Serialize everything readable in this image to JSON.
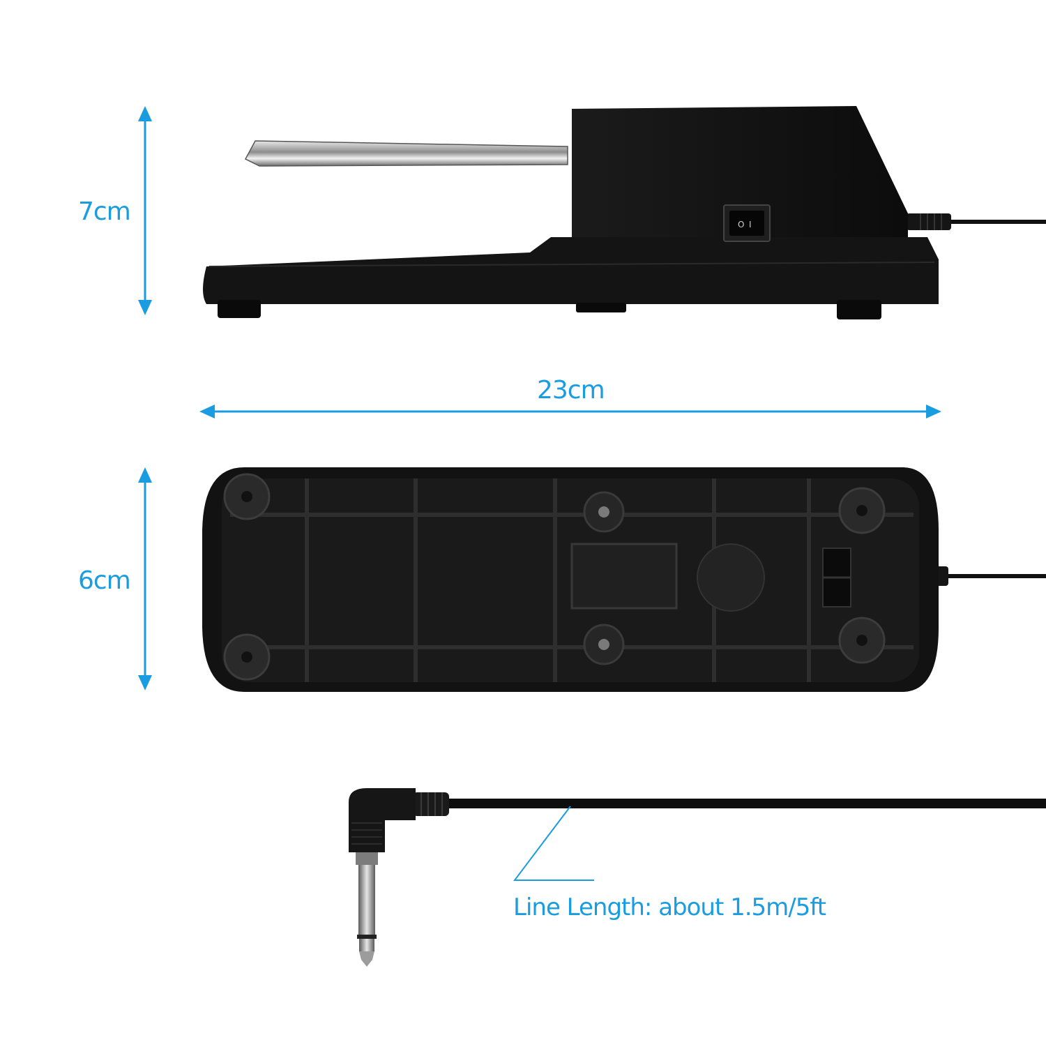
{
  "dimensions": {
    "height_side": "7cm",
    "width": "23cm",
    "depth_bottom": "6cm"
  },
  "cable": {
    "label": "Line Length: about 1.5m/5ft"
  },
  "switch": {
    "off_mark": "O",
    "on_mark": "I"
  },
  "colors": {
    "accent": "#1a9ce0",
    "pedal_body": "#111111",
    "pedal_metal": "#cfcfcf",
    "background": "#ffffff"
  }
}
